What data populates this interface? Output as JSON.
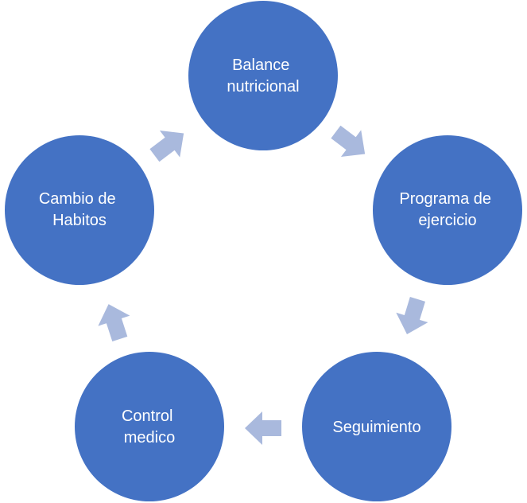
{
  "diagram": {
    "nodes": [
      {
        "id": "balance",
        "lines": [
          "Balance",
          "nutricional"
        ]
      },
      {
        "id": "ejercicio",
        "lines": [
          "Programa de",
          "ejercicio"
        ]
      },
      {
        "id": "seguimiento",
        "lines": [
          "Seguimiento"
        ]
      },
      {
        "id": "control",
        "lines": [
          "Control",
          "medico"
        ]
      },
      {
        "id": "habitos",
        "lines": [
          "Cambio de",
          "Habitos"
        ]
      }
    ],
    "colors": {
      "node_fill": "#4472c4",
      "node_text": "#ffffff",
      "arrow_fill": "#a9b9dd",
      "background": "#ffffff"
    }
  }
}
